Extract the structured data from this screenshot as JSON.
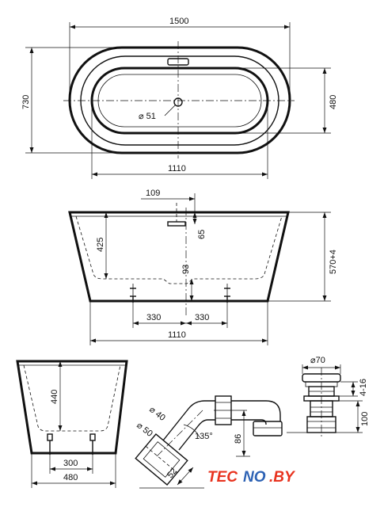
{
  "top_view": {
    "overall_length": "1500",
    "overall_width": "730",
    "inner_width": "480",
    "inner_length": "1110",
    "drain_diameter": "⌀ 51"
  },
  "side_view": {
    "overflow_offset": "109",
    "overflow_drop": "65",
    "inner_depth": "425",
    "total_height": "570+4",
    "drain_height": "93",
    "leg_spacing_left": "330",
    "leg_spacing_right": "330",
    "bottom_length": "1110"
  },
  "end_view": {
    "inner_depth": "440",
    "leg_spacing": "300",
    "bottom_width": "480"
  },
  "waste_fitting": {
    "pipe_diameter": "⌀ 40",
    "outlet_diameter": "⌀ 50",
    "angle": "135°",
    "outlet_length": "52",
    "trap_height": "86"
  },
  "drain_plug": {
    "diameter": "⌀70",
    "adjust_range": "4-16",
    "height": "100"
  },
  "logo": {
    "red_part": "TEC",
    "blue_part": "NO",
    "red_suffix": ".BY"
  }
}
